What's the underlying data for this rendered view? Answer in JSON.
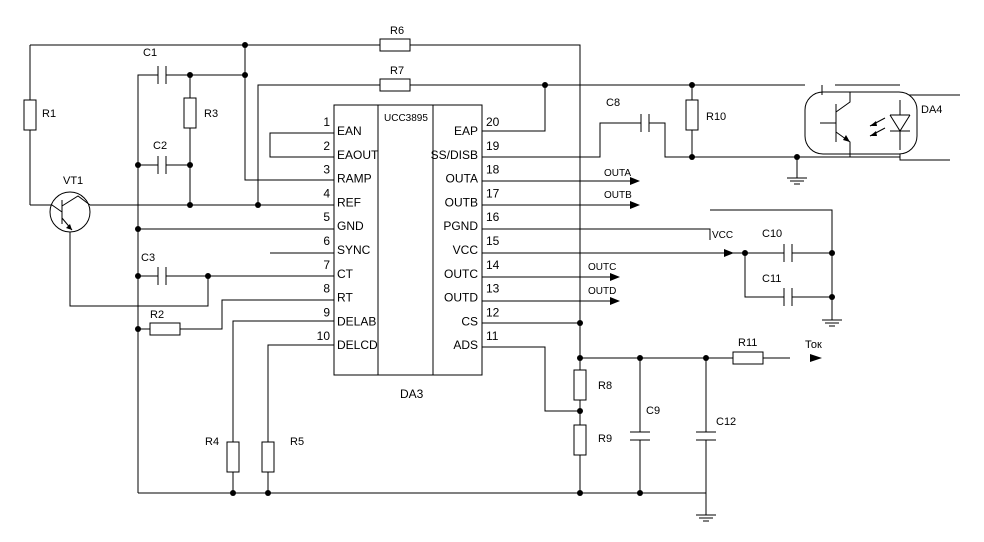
{
  "chip": {
    "part": "UCC3895",
    "ref": "DA3",
    "left_pins": [
      {
        "num": "1",
        "name": "EAN"
      },
      {
        "num": "2",
        "name": "EAOUT"
      },
      {
        "num": "3",
        "name": "RAMP"
      },
      {
        "num": "4",
        "name": "REF"
      },
      {
        "num": "5",
        "name": "GND"
      },
      {
        "num": "6",
        "name": "SYNC"
      },
      {
        "num": "7",
        "name": "CT"
      },
      {
        "num": "8",
        "name": "RT"
      },
      {
        "num": "9",
        "name": "DELAB"
      },
      {
        "num": "10",
        "name": "DELCD"
      }
    ],
    "right_pins": [
      {
        "num": "20",
        "name": "EAP"
      },
      {
        "num": "19",
        "name": "SS/DISB"
      },
      {
        "num": "18",
        "name": "OUTA"
      },
      {
        "num": "17",
        "name": "OUTB"
      },
      {
        "num": "16",
        "name": "PGND"
      },
      {
        "num": "15",
        "name": "VCC"
      },
      {
        "num": "14",
        "name": "OUTC"
      },
      {
        "num": "13",
        "name": "OUTD"
      },
      {
        "num": "12",
        "name": "CS"
      },
      {
        "num": "11",
        "name": "ADS"
      }
    ]
  },
  "labels": {
    "r1": "R1",
    "r2": "R2",
    "r3": "R3",
    "r4": "R4",
    "r5": "R5",
    "r6": "R6",
    "r7": "R7",
    "r8": "R8",
    "r9": "R9",
    "r10": "R10",
    "r11": "R11",
    "c1": "C1",
    "c2": "C2",
    "c3": "C3",
    "c8": "C8",
    "c9": "C9",
    "c10": "C10",
    "c11": "C11",
    "c12": "C12",
    "vt1": "VT1",
    "da4": "DA4",
    "vcc": "VCC",
    "outa": "OUTA",
    "outb": "OUTB",
    "outc": "OUTC",
    "outd": "OUTD",
    "tok": "Ток"
  }
}
